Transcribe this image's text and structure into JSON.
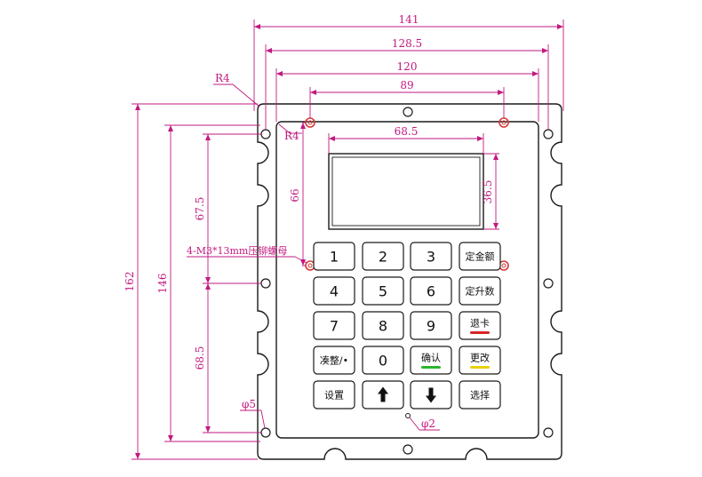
{
  "dimensions": {
    "overall_width": "141",
    "hole_spacing_outer": "128.5",
    "inner_plate_width": "120",
    "stud_spacing": "89",
    "display_width": "68.5",
    "display_height": "36.5",
    "stud_vertical": "66",
    "overall_height": "162",
    "hole_vertical": "146",
    "upper_hole_offset": "67.5",
    "lower_hole_offset": "68.5",
    "corner_radius_outer": "R4",
    "corner_radius_inner": "R4",
    "hole_dia": "φ5",
    "small_hole_dia": "φ2",
    "stud_note": "4-M3*13mm压铆螺母"
  },
  "keypad": {
    "rows": [
      [
        {
          "label": "1"
        },
        {
          "label": "2"
        },
        {
          "label": "3"
        },
        {
          "label": "定金额"
        }
      ],
      [
        {
          "label": "4"
        },
        {
          "label": "5"
        },
        {
          "label": "6"
        },
        {
          "label": "定升数"
        }
      ],
      [
        {
          "label": "7"
        },
        {
          "label": "8"
        },
        {
          "label": "9"
        },
        {
          "label": "退卡",
          "bar": "#d62424"
        }
      ],
      [
        {
          "label": "凑整/•"
        },
        {
          "label": "0"
        },
        {
          "label": "确认",
          "bar": "#2bb52b"
        },
        {
          "label": "更改",
          "bar": "#e8d20c"
        }
      ],
      [
        {
          "label": "设置"
        },
        {
          "icon": "arrow-up-icon"
        },
        {
          "icon": "arrow-down-icon"
        },
        {
          "label": "选择"
        }
      ]
    ]
  },
  "colors": {
    "dimension": "#c2197f",
    "stud_marker": "#d43a3a",
    "outline": "#1a1a1a"
  }
}
